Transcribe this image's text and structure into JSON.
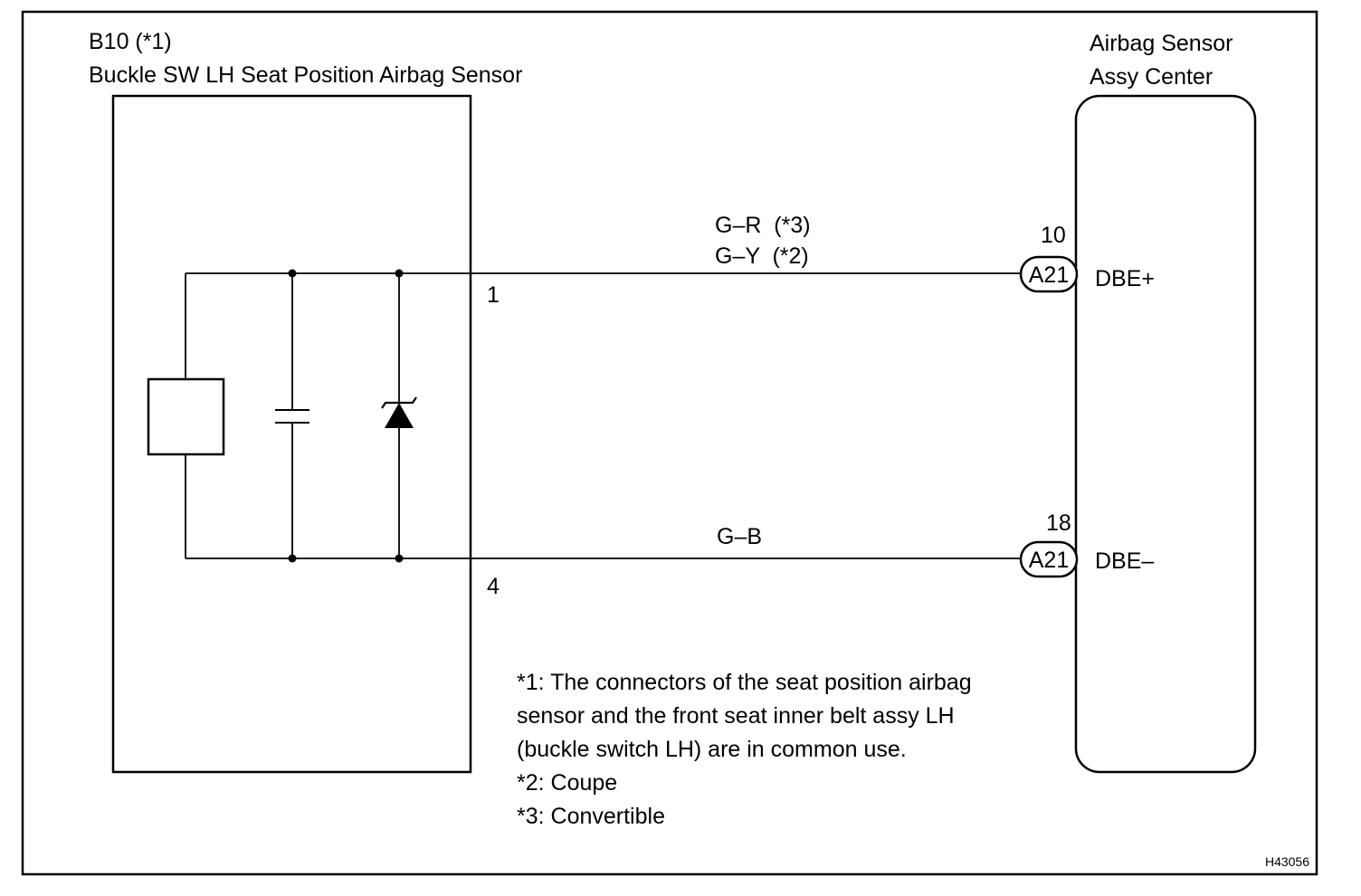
{
  "left_component": {
    "code": "B10 (*1)",
    "name": "Buckle SW LH Seat Position Airbag Sensor",
    "pin_top": "1",
    "pin_bottom": "4"
  },
  "right_component": {
    "name_line1": "Airbag Sensor",
    "name_line2": "Assy Center",
    "connector_top": "A21",
    "connector_bottom": "A21",
    "pin_top": "10",
    "pin_bottom": "18",
    "signal_top": "DBE+",
    "signal_bottom": "DBE–"
  },
  "wires": {
    "top_line1": "G–R  (*3)",
    "top_line2": "G–Y  (*2)",
    "bottom": "G–B"
  },
  "notes": [
    "*1: The connectors of the seat position airbag",
    "sensor and the front seat inner belt assy LH",
    "(buckle switch LH) are in common use.",
    "*2: Coupe",
    "*3: Convertible"
  ],
  "figure_id": "H43056"
}
